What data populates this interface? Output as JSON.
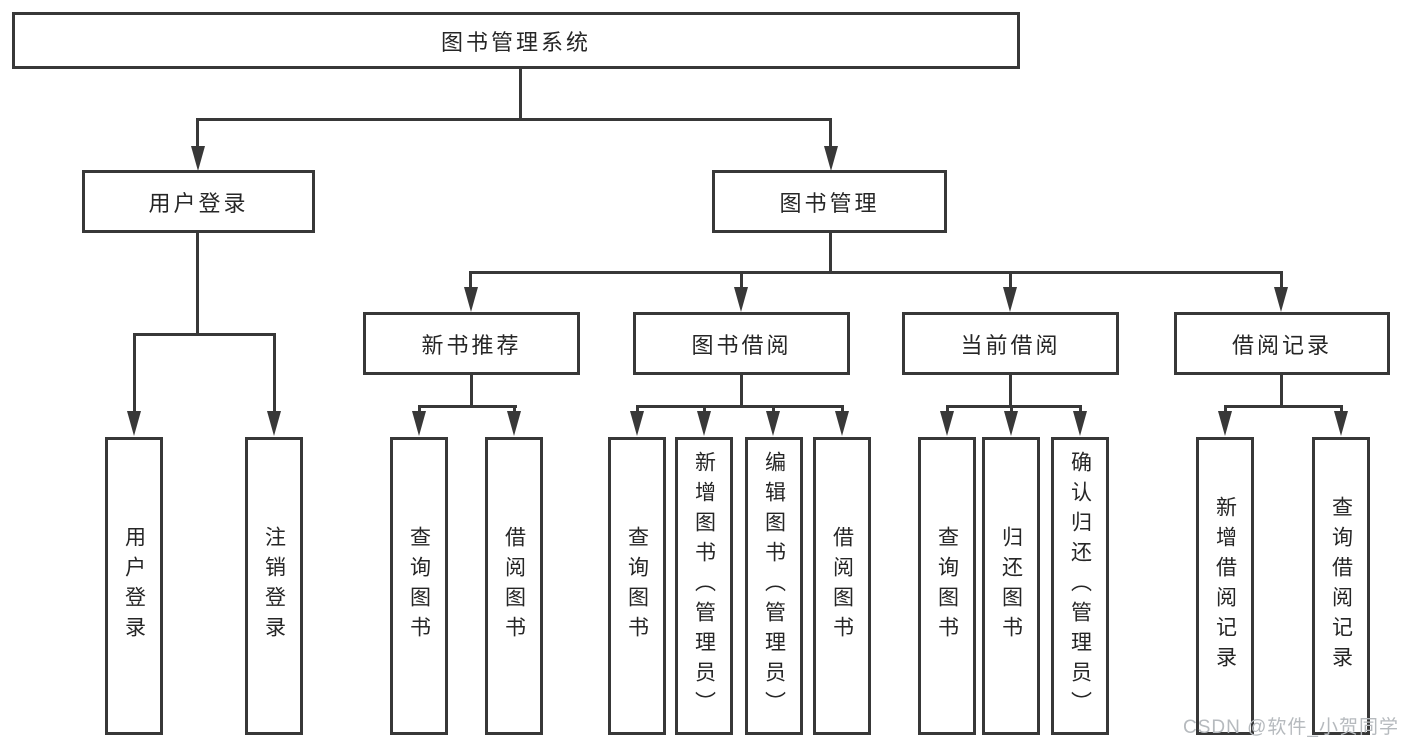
{
  "colors": {
    "line": "#383838",
    "box_border": "#383838",
    "text": "#262626",
    "background": "#ffffff",
    "watermark_text": "#b6babe"
  },
  "diagram": {
    "title": "图书管理系统",
    "level2": [
      "用户登录",
      "图书管理"
    ],
    "level3": [
      "新书推荐",
      "图书借阅",
      "当前借阅",
      "借阅记录"
    ],
    "leaves": {
      "user_login": [
        "用户登录",
        "注销登录"
      ],
      "new_book_recommend": [
        "查询图书",
        "借阅图书"
      ],
      "book_borrow": [
        "查询图书",
        "新增图书（管理员）",
        "编辑图书（管理员）",
        "借阅图书"
      ],
      "current_borrow": [
        "查询图书",
        "归还图书",
        "确认归还（管理员）"
      ],
      "borrow_records": [
        "新增借阅记录",
        "查询借阅记录"
      ]
    },
    "watermark": "CSDN @软件_小贺同学"
  }
}
